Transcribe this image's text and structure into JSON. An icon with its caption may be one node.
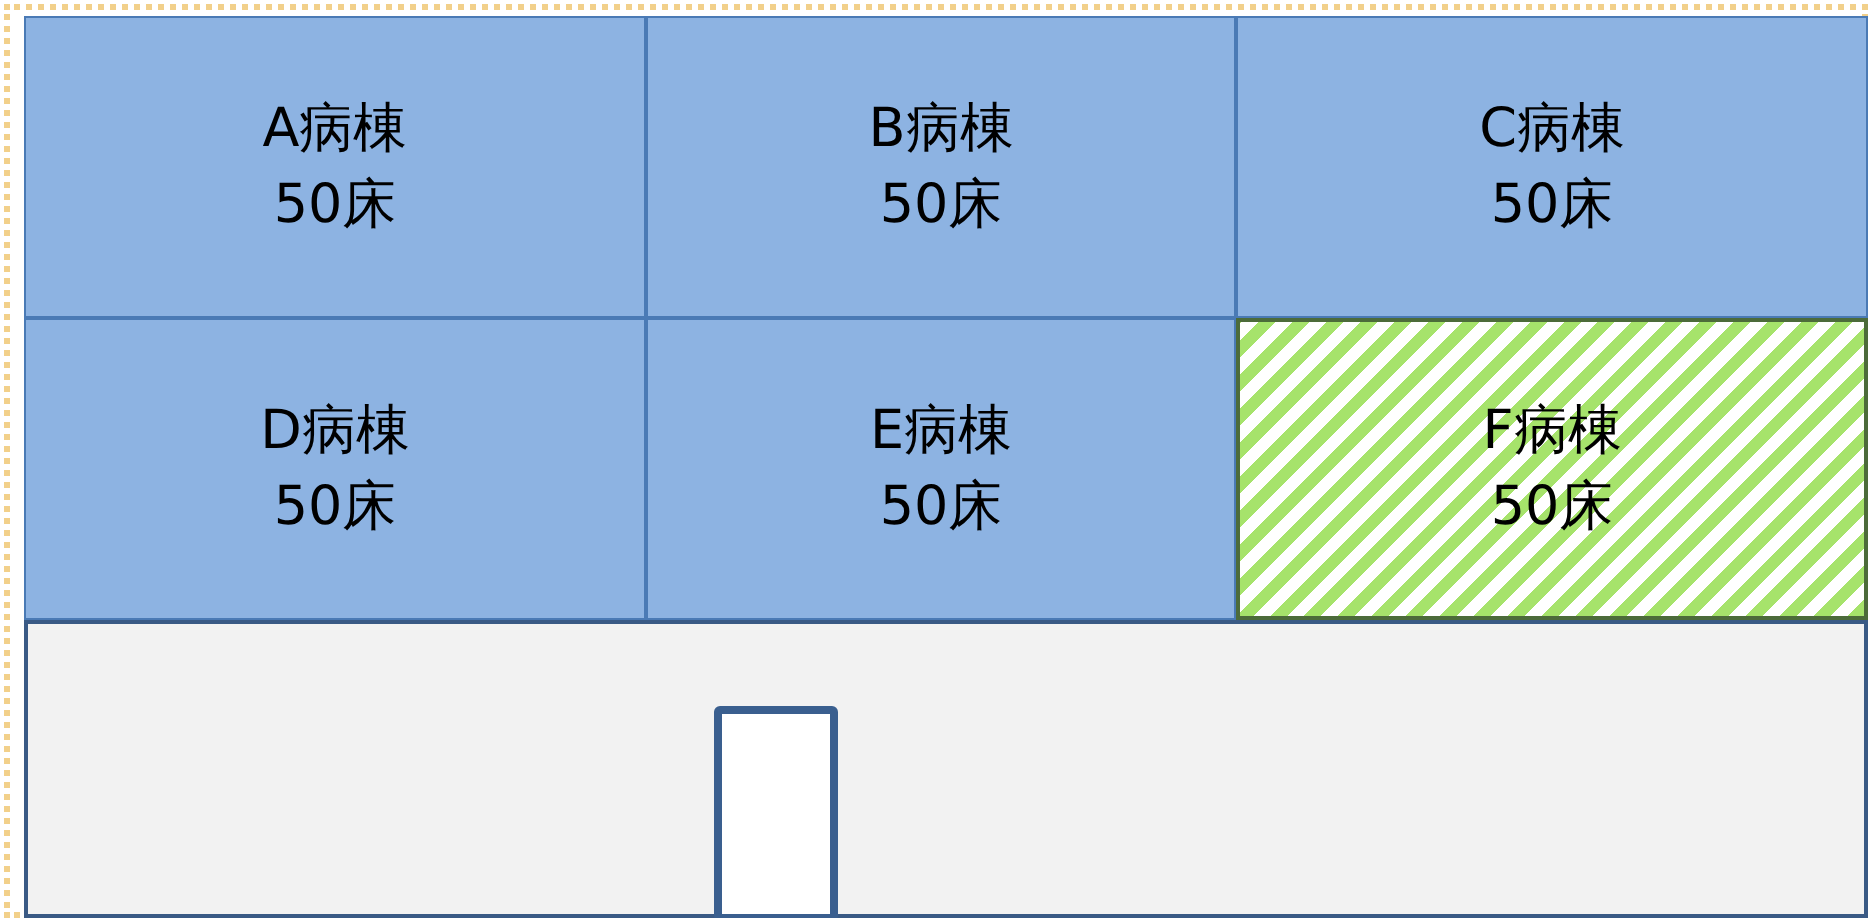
{
  "diagram": {
    "nodes": [
      {
        "text": [
          "A病棟",
          "50床"
        ]
      },
      {
        "text": [
          "B病棟",
          "50床"
        ]
      },
      {
        "text": [
          "C病棟",
          "50床"
        ]
      },
      {
        "text": [
          "D病棟",
          "50床"
        ]
      },
      {
        "text": [
          "E病棟",
          "50床"
        ]
      },
      {
        "text": [
          "F病棟",
          "50床"
        ]
      },
      {
        "text": [],
        "shape": "box"
      },
      {
        "text": [],
        "shape": "box",
        "in": 6
      }
    ],
    "edges": []
  }
}
